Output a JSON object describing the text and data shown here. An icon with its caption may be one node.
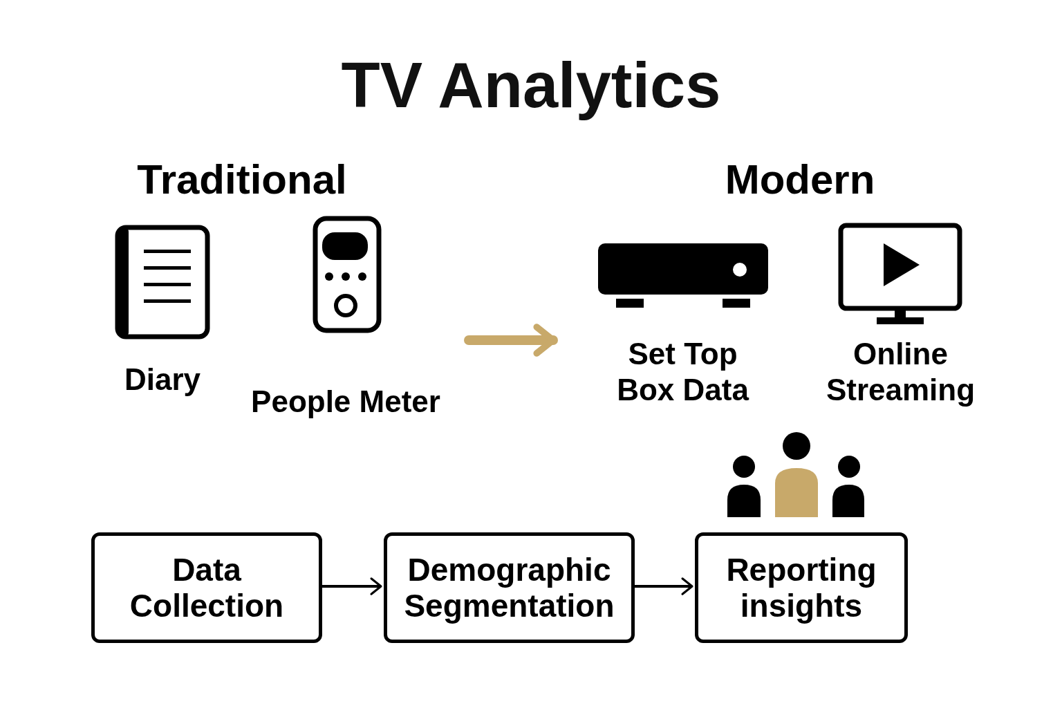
{
  "diagram": {
    "title": "TV Analytics",
    "nodes": [
      {
        "text": [
          "Traditional"
        ]
      },
      {
        "text": [
          "Diary"
        ],
        "in": 0
      },
      {
        "text": [
          "People Meter"
        ],
        "in": 0
      },
      {
        "text": [
          "Modern"
        ]
      },
      {
        "text": [
          "Set Top Box Data"
        ],
        "in": 3
      },
      {
        "text": [
          "Online Streaming"
        ],
        "in": 3
      },
      {
        "text": [
          "Data Collection"
        ]
      },
      {
        "text": [
          "Demographic Segmentation"
        ]
      },
      {
        "text": [
          "Reporting insights"
        ]
      }
    ],
    "edges": [
      {
        "from": 0,
        "to": 3,
        "arrow": "to",
        "style": "thick",
        "color": "#c8a96a"
      },
      {
        "from": 6,
        "to": 7,
        "arrow": "to"
      },
      {
        "from": 7,
        "to": 8,
        "arrow": "to"
      }
    ]
  }
}
